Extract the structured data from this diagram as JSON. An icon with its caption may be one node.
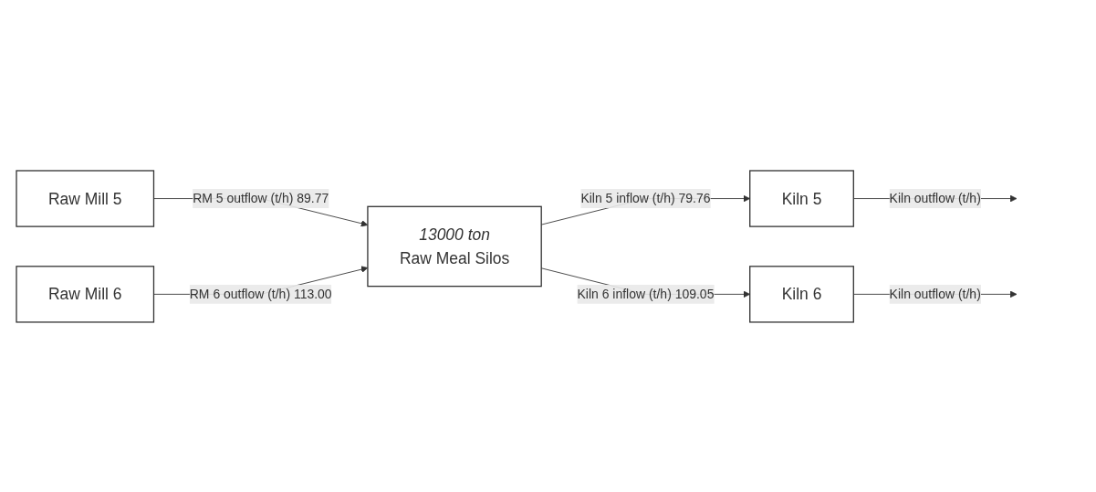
{
  "diagram": {
    "nodes": [
      {
        "text": [
          "Raw Mill 5"
        ]
      },
      {
        "text": [
          "Raw Mill 6"
        ]
      },
      {
        "text": [
          "13000 ton",
          "Raw Meal Silos"
        ]
      },
      {
        "text": [
          "Kiln 5"
        ]
      },
      {
        "text": [
          "Kiln 6"
        ]
      }
    ],
    "edges": [
      {
        "from": 0,
        "to": 2,
        "arrow": "to",
        "label": "RM 5 outflow (t/h) 89.77"
      },
      {
        "from": 1,
        "to": 2,
        "arrow": "to",
        "label": "RM 6 outflow (t/h) 113.00"
      },
      {
        "from": 2,
        "to": 3,
        "arrow": "to",
        "label": "Kiln 5 inflow (t/h) 79.76"
      },
      {
        "from": 2,
        "to": 4,
        "arrow": "to",
        "label": "Kiln 6 inflow (t/h) 109.05"
      },
      {
        "from": 3,
        "to": null,
        "arrow": "to",
        "label": "Kiln outflow (t/h)"
      },
      {
        "from": 4,
        "to": null,
        "arrow": "to",
        "label": "Kiln outflow (t/h)"
      }
    ]
  }
}
